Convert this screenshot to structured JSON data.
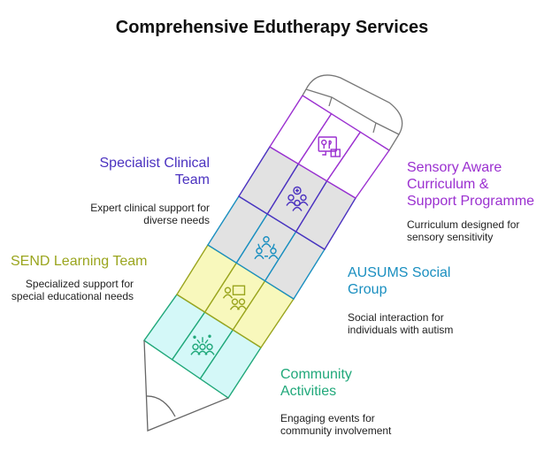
{
  "title": "Comprehensive Edutherapy Services",
  "colors": {
    "purple": "#9b30d0",
    "indigo": "#4b32c0",
    "blue": "#1a8fc0",
    "olive": "#9aa51e",
    "green": "#20a87a"
  },
  "items": [
    {
      "title": "Community Activities",
      "line1": "Community",
      "line2": "Activities",
      "desc1": "Engaging events for",
      "desc2": "community involvement",
      "icon": "celebration-group-icon"
    },
    {
      "title": "SEND Learning Team",
      "desc1": "Specialized support for",
      "desc2": "special educational needs",
      "icon": "teacher-presentation-icon"
    },
    {
      "title": "AUSUMS Social Group",
      "line1": "AUSUMS Social",
      "line2": "Group",
      "desc1": "Social interaction for",
      "desc2": "individuals with autism",
      "icon": "social-circle-icon"
    },
    {
      "title": "Specialist Clinical Team",
      "line1": "Specialist Clinical",
      "line2": "Team",
      "desc1": "Expert clinical support for",
      "desc2": "diverse needs",
      "icon": "medical-team-icon"
    },
    {
      "title": "Sensory Aware Curriculum & Support Programme",
      "line1": "Sensory Aware",
      "line2": "Curriculum &",
      "line3": "Support Programme",
      "desc1": "Curriculum designed for",
      "desc2": "sensory sensitivity",
      "icon": "screen-book-icon"
    }
  ]
}
